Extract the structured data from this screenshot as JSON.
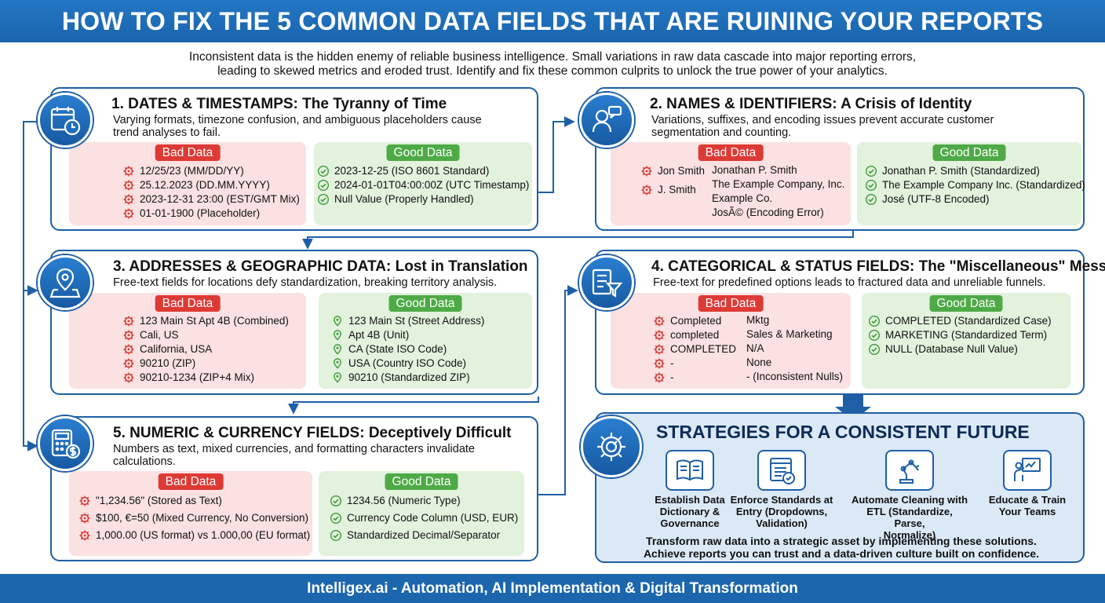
{
  "banner": {
    "title": "HOW TO FIX THE 5 COMMON DATA FIELDS THAT ARE RUINING YOUR REPORTS"
  },
  "intro": {
    "line1": "Inconsistent data is the hidden enemy of reliable business intelligence. Small variations in raw data cascade into major reporting errors,",
    "line2": "leading to skewed metrics and eroded trust. Identify and fix these common culprits to unlock the true power of your analytics."
  },
  "labels": {
    "bad": "Bad Data",
    "good": "Good Data"
  },
  "sections": {
    "dates": {
      "title": "1. DATES & TIMESTAMPS: The Tyranny of Time",
      "desc1": "Varying formats, timezone confusion, and ambiguous placeholders cause",
      "desc2": "trend analyses to fail.",
      "bad": [
        "12/25/23 (MM/DD/YY)",
        "25.12.2023 (DD.MM.YYYY)",
        "2023-12-31 23:00 (EST/GMT Mix)",
        "01-01-1900 (Placeholder)"
      ],
      "good": [
        "2023-12-25 (ISO 8601 Standard)",
        "2024-01-01T04:00:00Z (UTC Timestamp)",
        "Null Value (Properly Handled)"
      ],
      "icon": "calendar-clock-icon"
    },
    "names": {
      "title": "2. NAMES & IDENTIFIERS: A Crisis of Identity",
      "desc1": "Variations, suffixes, and encoding issues prevent accurate customer",
      "desc2": "segmentation and counting.",
      "bad_left": [
        "Jon Smith",
        "J. Smith"
      ],
      "bad_right": [
        "Jonathan P. Smith",
        "The Example Company, Inc.",
        "Example Co.",
        "JosÃ© (Encoding Error)"
      ],
      "good": [
        "Jonathan P. Smith (Standardized)",
        "The Example Company Inc. (Standardized)",
        "José (UTF-8 Encoded)"
      ],
      "icon": "people-chat-icon"
    },
    "address": {
      "title": "3. ADDRESSES & GEOGRAPHIC DATA: Lost in Translation",
      "desc1": "Free-text fields for locations defy standardization, breaking territory analysis.",
      "bad": [
        "123 Main St Apt 4B (Combined)",
        "Cali, US",
        "California, USA",
        "90210 (ZIP)",
        "90210-1234 (ZIP+4 Mix)"
      ],
      "good": [
        "123 Main St (Street Address)",
        "Apt 4B (Unit)",
        "CA (State ISO Code)",
        "USA (Country ISO Code)",
        "90210 (Standardized ZIP)"
      ],
      "icon": "map-pin-icon"
    },
    "categorical": {
      "title": "4. CATEGORICAL & STATUS FIELDS: The \"Miscellaneous\" Mess",
      "desc1": "Free-text for predefined options leads to fractured data and unreliable funnels.",
      "bad_left": [
        "Completed",
        "completed",
        "COMPLETED",
        "-",
        "-"
      ],
      "bad_right": [
        "Mktg",
        "Sales & Marketing",
        "N/A",
        "None",
        "- (Inconsistent Nulls)"
      ],
      "good": [
        "COMPLETED (Standardized Case)",
        "MARKETING (Standardized Term)",
        "NULL (Database Null Value)"
      ],
      "icon": "list-funnel-icon"
    },
    "numeric": {
      "title": "5. NUMERIC & CURRENCY FIELDS: Deceptively Difficult",
      "desc1": "Numbers as text, mixed currencies, and formatting characters invalidate",
      "desc2": "calculations.",
      "bad": [
        "\"1,234.56\" (Stored as Text)",
        "$100, €=50 (Mixed Currency, No Conversion)",
        "1,000.00 (US format) vs 1.000,00 (EU format)"
      ],
      "good": [
        "1234.56 (Numeric Type)",
        "Currency Code Column (USD, EUR)",
        "Standardized Decimal/Separator"
      ],
      "icon": "calculator-dollar-icon"
    }
  },
  "strategies": {
    "title": "STRATEGIES FOR A CONSISTENT FUTURE",
    "items": [
      {
        "l1": "Establish Data",
        "l2": "Dictionary &",
        "l3": "Governance",
        "icon": "open-book-icon"
      },
      {
        "l1": "Enforce Standards at",
        "l2": "Entry (Dropdowns,",
        "l3": "Validation)",
        "icon": "checklist-form-icon"
      },
      {
        "l1": "Automate Cleaning with",
        "l2": "ETL (Standardize, Parse,",
        "l3": "Normalize)",
        "icon": "robot-arm-icon"
      },
      {
        "l1": "Educate & Train",
        "l2": "Your Teams",
        "l3": "",
        "icon": "presentation-board-icon"
      }
    ],
    "foot1": "Transform raw data into a strategic asset by implementing these solutions.",
    "foot2": "Achieve reports you can trust and a data-driven culture built on confidence."
  },
  "footer": {
    "text": "Intelligex.ai - Automation, AI Implementation & Digital Transformation"
  },
  "colors": {
    "brand_blue": "#1f5fa6",
    "bad_bg": "#fbe1e1",
    "bad_pill": "#de3a35",
    "good_bg": "#e2f2dd",
    "good_pill": "#4eaa46"
  }
}
